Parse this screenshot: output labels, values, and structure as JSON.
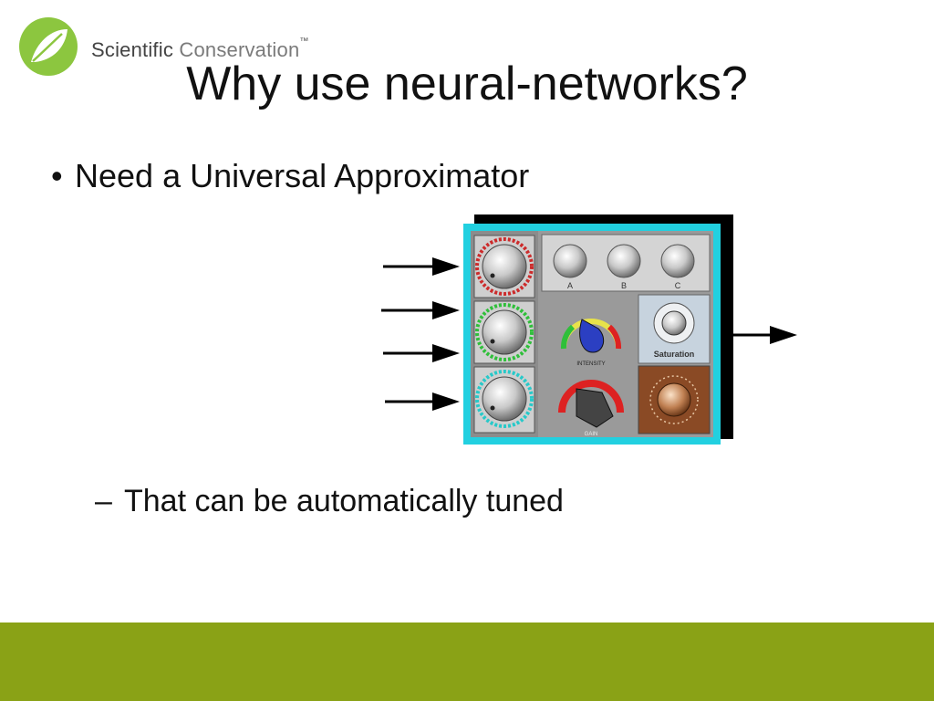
{
  "logo": {
    "name_strong": "Scientific",
    "name_light": " Conservation",
    "trademark": "™"
  },
  "slide": {
    "title": "Why use neural-networks?",
    "bullet": {
      "marker": "•",
      "text": "Need a Universal Approximator"
    },
    "sub_bullet": {
      "marker": "–",
      "text": "That can be automatically tuned"
    }
  },
  "diagram": {
    "top_knob_labels": [
      "A",
      "B",
      "C"
    ],
    "intensity_label": "INTENSITY",
    "gain_label": "GAIN",
    "saturation_label": "Saturation"
  },
  "colors": {
    "footer": "#8aa216",
    "logo_green": "#8cc63f",
    "diagram_border": "#22d0e0"
  }
}
